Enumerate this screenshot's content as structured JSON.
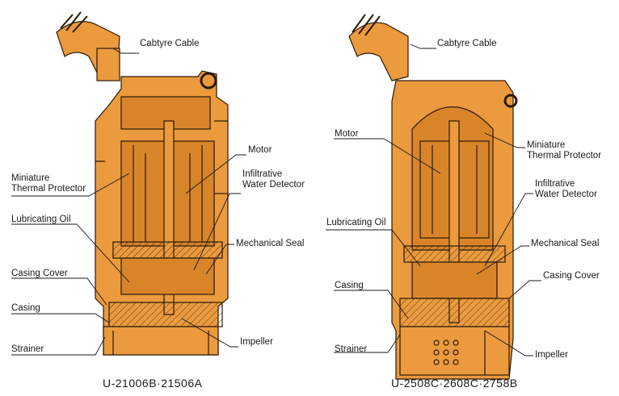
{
  "colors": {
    "body": "#eb9a3e",
    "body_dark": "#d8852a",
    "outline": "#2a1a08",
    "leader": "#1a1a1a"
  },
  "left": {
    "caption": "U-21006B·21506A",
    "labels": {
      "cabtyre_cable": "Cabtyre Cable",
      "motor": "Motor",
      "miniature_thermal_protector": "Miniature\nThermal Protector",
      "infiltrative_water_detector": "Infiltrative\nWater Detector",
      "lubricating_oil": "Lubricating Oil",
      "mechanical_seal": "Mechanical Seal",
      "casing_cover": "Casing Cover",
      "casing": "Casing",
      "strainer": "Strainer",
      "impeller": "Impeller"
    }
  },
  "right": {
    "caption": "U-2508C·2608C·2758B",
    "labels": {
      "cabtyre_cable": "Cabtyre Cable",
      "motor": "Motor",
      "miniature_thermal_protector": "Miniature\nThermal Protector",
      "infiltrative_water_detector": "Infiltrative\nWater Detector",
      "lubricating_oil": "Lubricating Oil",
      "mechanical_seal": "Mechanical Seal",
      "casing": "Casing",
      "casing_cover": "Casing Cover",
      "strainer": "Strainer",
      "impeller": "Impeller"
    }
  }
}
